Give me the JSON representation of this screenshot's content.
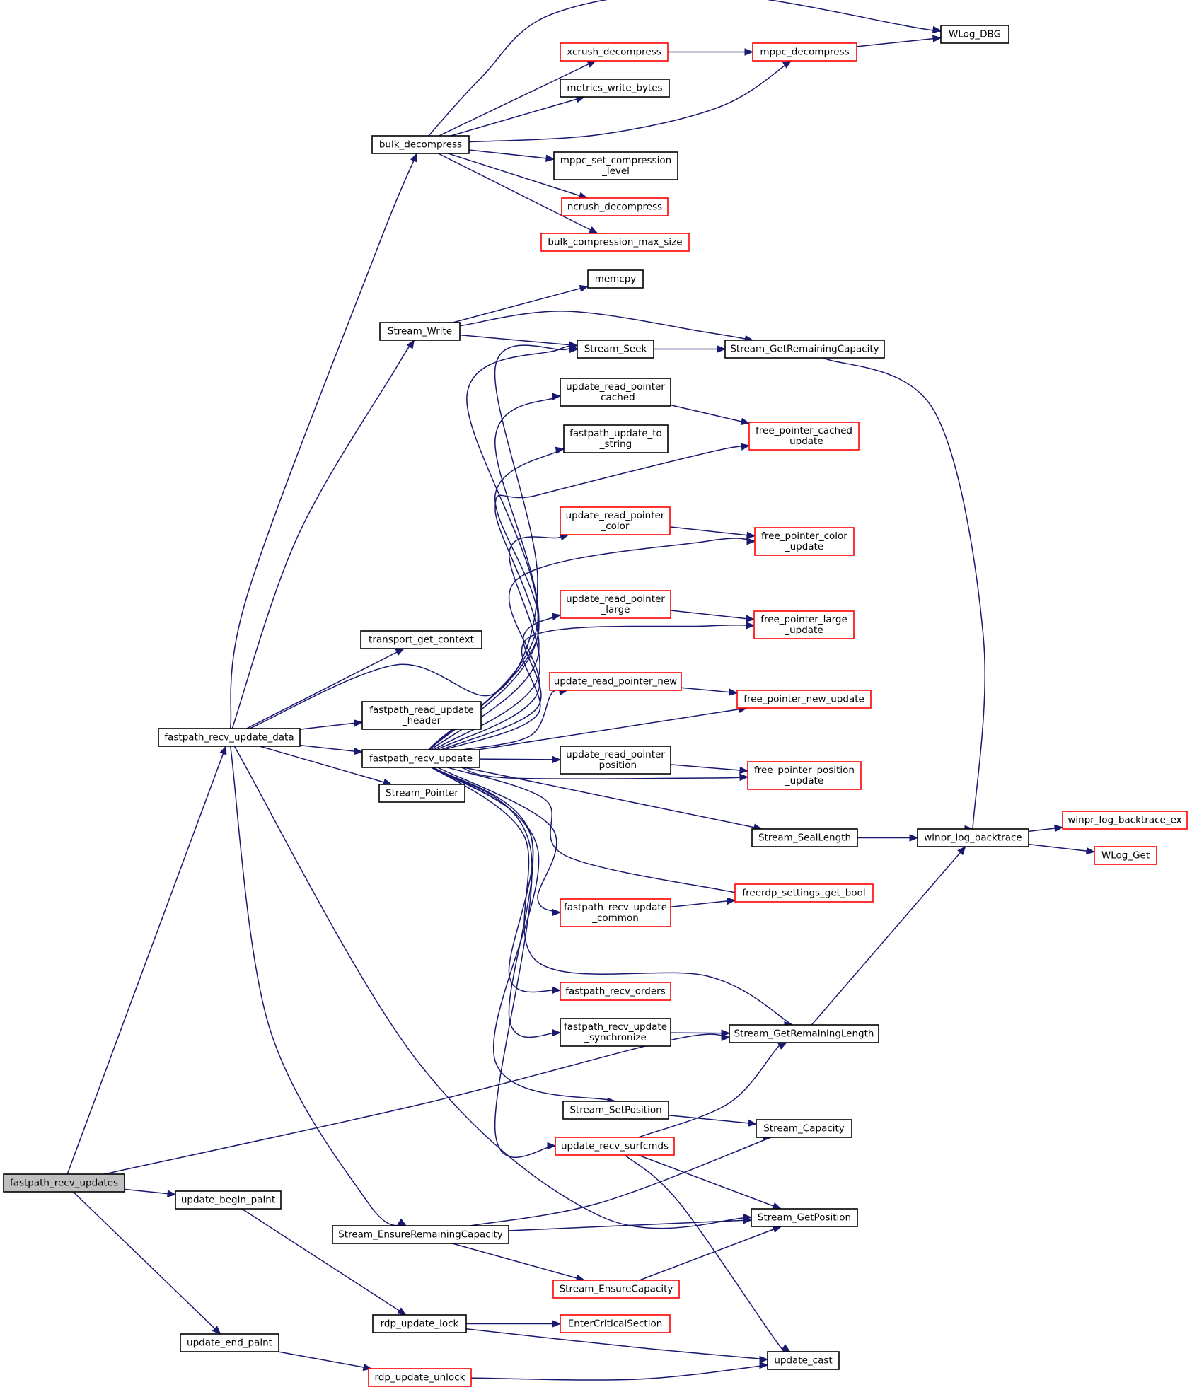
{
  "graph": {
    "colors": {
      "edge": "#191970",
      "node_border_default": "#000000",
      "node_border_truncated": "#ff0000",
      "root_fill": "#bfbfbf",
      "node_fill": "#ffffff"
    },
    "nodes": [
      {
        "id": "root",
        "lines": [
          "fastpath_recv_updates"
        ],
        "style": "root"
      },
      {
        "id": "frud",
        "lines": [
          "fastpath_recv_update_data"
        ],
        "style": "normal"
      },
      {
        "id": "ubp",
        "lines": [
          "update_begin_paint"
        ],
        "style": "normal"
      },
      {
        "id": "uep",
        "lines": [
          "update_end_paint"
        ],
        "style": "normal"
      },
      {
        "id": "bulk",
        "lines": [
          "bulk_decompress"
        ],
        "style": "normal"
      },
      {
        "id": "swrite",
        "lines": [
          "Stream_Write"
        ],
        "style": "normal"
      },
      {
        "id": "tgc",
        "lines": [
          "transport_get_context"
        ],
        "style": "normal"
      },
      {
        "id": "frh",
        "lines": [
          "fastpath_read_update",
          "_header"
        ],
        "style": "normal"
      },
      {
        "id": "fru",
        "lines": [
          "fastpath_recv_update"
        ],
        "style": "normal"
      },
      {
        "id": "sptr",
        "lines": [
          "Stream_Pointer"
        ],
        "style": "normal"
      },
      {
        "id": "serc",
        "lines": [
          "Stream_EnsureRemainingCapacity"
        ],
        "style": "normal"
      },
      {
        "id": "rul",
        "lines": [
          "rdp_update_lock"
        ],
        "style": "normal"
      },
      {
        "id": "ruu",
        "lines": [
          "rdp_update_unlock"
        ],
        "style": "truncated"
      },
      {
        "id": "xcrush",
        "lines": [
          "xcrush_decompress"
        ],
        "style": "truncated"
      },
      {
        "id": "mwb",
        "lines": [
          "metrics_write_bytes"
        ],
        "style": "normal"
      },
      {
        "id": "mscl",
        "lines": [
          "mppc_set_compression",
          "_level"
        ],
        "style": "normal"
      },
      {
        "id": "ncrush",
        "lines": [
          "ncrush_decompress"
        ],
        "style": "truncated"
      },
      {
        "id": "bcms",
        "lines": [
          "bulk_compression_max_size"
        ],
        "style": "truncated"
      },
      {
        "id": "memcpy",
        "lines": [
          "memcpy"
        ],
        "style": "normal"
      },
      {
        "id": "sseek",
        "lines": [
          "Stream_Seek"
        ],
        "style": "normal"
      },
      {
        "id": "urpc",
        "lines": [
          "update_read_pointer",
          "_cached"
        ],
        "style": "normal"
      },
      {
        "id": "futs",
        "lines": [
          "fastpath_update_to",
          "_string"
        ],
        "style": "normal"
      },
      {
        "id": "urpcol",
        "lines": [
          "update_read_pointer",
          "_color"
        ],
        "style": "truncated"
      },
      {
        "id": "urpl",
        "lines": [
          "update_read_pointer",
          "_large"
        ],
        "style": "truncated"
      },
      {
        "id": "urpn",
        "lines": [
          "update_read_pointer_new"
        ],
        "style": "truncated"
      },
      {
        "id": "urpp",
        "lines": [
          "update_read_pointer",
          "_position"
        ],
        "style": "normal"
      },
      {
        "id": "fruc",
        "lines": [
          "fastpath_recv_update",
          "_common"
        ],
        "style": "truncated"
      },
      {
        "id": "fro",
        "lines": [
          "fastpath_recv_orders"
        ],
        "style": "truncated"
      },
      {
        "id": "frus",
        "lines": [
          "fastpath_recv_update",
          "_synchronize"
        ],
        "style": "normal"
      },
      {
        "id": "ssetp",
        "lines": [
          "Stream_SetPosition"
        ],
        "style": "normal"
      },
      {
        "id": "urs",
        "lines": [
          "update_recv_surfcmds"
        ],
        "style": "truncated"
      },
      {
        "id": "sec",
        "lines": [
          "Stream_EnsureCapacity"
        ],
        "style": "truncated"
      },
      {
        "id": "ecs",
        "lines": [
          "EnterCriticalSection"
        ],
        "style": "truncated"
      },
      {
        "id": "mppc",
        "lines": [
          "mppc_decompress"
        ],
        "style": "truncated"
      },
      {
        "id": "wlogdbg",
        "lines": [
          "WLog_DBG"
        ],
        "style": "normal"
      },
      {
        "id": "sgrc",
        "lines": [
          "Stream_GetRemainingCapacity"
        ],
        "style": "normal"
      },
      {
        "id": "fpcu",
        "lines": [
          "free_pointer_cached",
          "_update"
        ],
        "style": "truncated"
      },
      {
        "id": "fpcolu",
        "lines": [
          "free_pointer_color",
          "_update"
        ],
        "style": "truncated"
      },
      {
        "id": "fplu",
        "lines": [
          "free_pointer_large",
          "_update"
        ],
        "style": "truncated"
      },
      {
        "id": "fpnu",
        "lines": [
          "free_pointer_new_update"
        ],
        "style": "truncated"
      },
      {
        "id": "fppu",
        "lines": [
          "free_pointer_position",
          "_update"
        ],
        "style": "truncated"
      },
      {
        "id": "ssl",
        "lines": [
          "Stream_SealLength"
        ],
        "style": "normal"
      },
      {
        "id": "fsgb",
        "lines": [
          "freerdp_settings_get_bool"
        ],
        "style": "truncated"
      },
      {
        "id": "sgrl",
        "lines": [
          "Stream_GetRemainingLength"
        ],
        "style": "normal"
      },
      {
        "id": "scap",
        "lines": [
          "Stream_Capacity"
        ],
        "style": "normal"
      },
      {
        "id": "sgp",
        "lines": [
          "Stream_GetPosition"
        ],
        "style": "normal"
      },
      {
        "id": "ucast",
        "lines": [
          "update_cast"
        ],
        "style": "normal"
      },
      {
        "id": "wlb",
        "lines": [
          "winpr_log_backtrace"
        ],
        "style": "normal"
      },
      {
        "id": "wlbex",
        "lines": [
          "winpr_log_backtrace_ex"
        ],
        "style": "truncated"
      },
      {
        "id": "wlogget",
        "lines": [
          "WLog_Get"
        ],
        "style": "truncated"
      }
    ],
    "edges": [
      [
        "root",
        "frud"
      ],
      [
        "root",
        "ubp"
      ],
      [
        "root",
        "uep"
      ],
      [
        "root",
        "sgrl"
      ],
      [
        "frud",
        "bulk"
      ],
      [
        "frud",
        "swrite"
      ],
      [
        "frud",
        "tgc"
      ],
      [
        "frud",
        "frh"
      ],
      [
        "frud",
        "fru"
      ],
      [
        "frud",
        "sptr"
      ],
      [
        "frud",
        "serc"
      ],
      [
        "frud",
        "sgp"
      ],
      [
        "frud",
        "sseek"
      ],
      [
        "bulk",
        "wlogdbg"
      ],
      [
        "bulk",
        "xcrush"
      ],
      [
        "bulk",
        "mwb"
      ],
      [
        "bulk",
        "mppc"
      ],
      [
        "bulk",
        "mscl"
      ],
      [
        "bulk",
        "ncrush"
      ],
      [
        "bulk",
        "bcms"
      ],
      [
        "xcrush",
        "mppc"
      ],
      [
        "mppc",
        "wlogdbg"
      ],
      [
        "swrite",
        "memcpy"
      ],
      [
        "swrite",
        "sseek"
      ],
      [
        "swrite",
        "sgrc"
      ],
      [
        "sseek",
        "sgrc"
      ],
      [
        "sgrc",
        "wlb"
      ],
      [
        "fru",
        "sseek"
      ],
      [
        "fru",
        "urpc"
      ],
      [
        "fru",
        "futs"
      ],
      [
        "fru",
        "fpcu"
      ],
      [
        "fru",
        "urpcol"
      ],
      [
        "fru",
        "fpcolu"
      ],
      [
        "fru",
        "urpl"
      ],
      [
        "fru",
        "fplu"
      ],
      [
        "fru",
        "urpn"
      ],
      [
        "fru",
        "fpnu"
      ],
      [
        "fru",
        "urpp"
      ],
      [
        "fru",
        "fppu"
      ],
      [
        "fru",
        "ssl"
      ],
      [
        "fru",
        "fsgb"
      ],
      [
        "fru",
        "fruc"
      ],
      [
        "fru",
        "sgrl"
      ],
      [
        "fru",
        "fro"
      ],
      [
        "fru",
        "frus"
      ],
      [
        "fru",
        "ssetp"
      ],
      [
        "fru",
        "urs"
      ],
      [
        "urpc",
        "fpcu"
      ],
      [
        "urpcol",
        "fpcolu"
      ],
      [
        "urpl",
        "fplu"
      ],
      [
        "urpn",
        "fpnu"
      ],
      [
        "urpp",
        "fppu"
      ],
      [
        "fruc",
        "fsgb"
      ],
      [
        "frus",
        "sgrl"
      ],
      [
        "ssl",
        "wlb"
      ],
      [
        "sgrl",
        "wlb"
      ],
      [
        "wlb",
        "wlbex"
      ],
      [
        "wlb",
        "wlogget"
      ],
      [
        "ssetp",
        "scap"
      ],
      [
        "urs",
        "sgrl"
      ],
      [
        "urs",
        "sgp"
      ],
      [
        "urs",
        "ucast"
      ],
      [
        "serc",
        "scap"
      ],
      [
        "serc",
        "sgp"
      ],
      [
        "serc",
        "sec"
      ],
      [
        "sec",
        "sgp"
      ],
      [
        "ubp",
        "rul"
      ],
      [
        "rul",
        "ecs"
      ],
      [
        "rul",
        "ucast"
      ],
      [
        "uep",
        "ruu"
      ],
      [
        "ruu",
        "ucast"
      ]
    ]
  }
}
